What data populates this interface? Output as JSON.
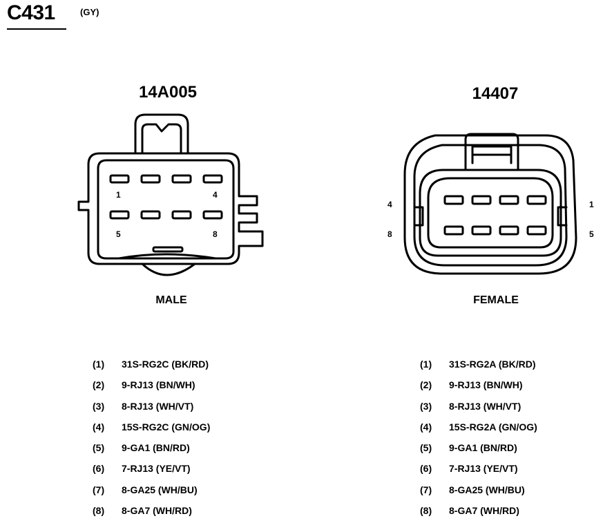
{
  "connector": {
    "id": "C431",
    "color_code": "(GY)"
  },
  "male": {
    "part_number": "14A005",
    "label": "MALE",
    "pin_markers": [
      "1",
      "4",
      "5",
      "8"
    ]
  },
  "female": {
    "part_number": "14407",
    "label": "FEMALE",
    "pin_markers": [
      "4",
      "1",
      "8",
      "5"
    ]
  },
  "male_pins": [
    {
      "num": "(1)",
      "circuit": "31S-RG2C (BK/RD)"
    },
    {
      "num": "(2)",
      "circuit": "9-RJ13 (BN/WH)"
    },
    {
      "num": "(3)",
      "circuit": "8-RJ13 (WH/VT)"
    },
    {
      "num": "(4)",
      "circuit": "15S-RG2C (GN/OG)"
    },
    {
      "num": "(5)",
      "circuit": "9-GA1 (BN/RD)"
    },
    {
      "num": "(6)",
      "circuit": "7-RJ13 (YE/VT)"
    },
    {
      "num": "(7)",
      "circuit": "8-GA25 (WH/BU)"
    },
    {
      "num": "(8)",
      "circuit": "8-GA7 (WH/RD)"
    }
  ],
  "female_pins": [
    {
      "num": "(1)",
      "circuit": "31S-RG2A (BK/RD)"
    },
    {
      "num": "(2)",
      "circuit": "9-RJ13 (BN/WH)"
    },
    {
      "num": "(3)",
      "circuit": "8-RJ13 (WH/VT)"
    },
    {
      "num": "(4)",
      "circuit": "15S-RG2A (GN/OG)"
    },
    {
      "num": "(5)",
      "circuit": "9-GA1 (BN/RD)"
    },
    {
      "num": "(6)",
      "circuit": "7-RJ13 (YE/VT)"
    },
    {
      "num": "(7)",
      "circuit": "8-GA25 (WH/BU)"
    },
    {
      "num": "(8)",
      "circuit": "8-GA7 (WH/RD)"
    }
  ]
}
